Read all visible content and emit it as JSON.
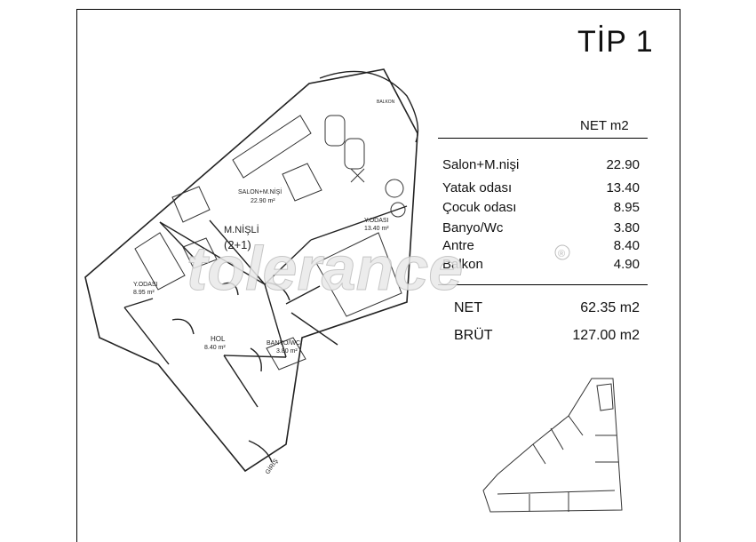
{
  "plan_type": "TİP 1",
  "table": {
    "header": "NET m2",
    "rows": [
      {
        "label": "Salon+M.nişi",
        "value": "22.90"
      },
      {
        "label": "Yatak odası",
        "value": "13.40"
      },
      {
        "label": "Çocuk odası",
        "value": "8.95"
      },
      {
        "label": "Banyo/Wc",
        "value": "3.80"
      },
      {
        "label": "Antre",
        "value": "8.40"
      },
      {
        "label": "Balkon",
        "value": "4.90"
      }
    ],
    "totals": [
      {
        "label": "NET",
        "value": "62.35 m2"
      },
      {
        "label": "BRÜT",
        "value": "127.00 m2"
      }
    ]
  },
  "plan_labels": {
    "salon": "SALON+M.NİŞİ",
    "salon_area": "22.90 m²",
    "yodasi_1": "Y.ODASI",
    "yodasi_1_area": "13.40 m²",
    "yodasi_2": "Y.ODASI",
    "yodasi_2_area": "8.95 m²",
    "hol": "HOL",
    "hol_area": "8.40 m²",
    "banyo": "BANYO/WC",
    "banyo_area": "3.80 m²",
    "mnisli": "M.NİŞLİ",
    "layout": "(2+1)",
    "balkon": "BALKON",
    "giris": "GİRİŞ"
  },
  "watermark": "tolerance",
  "watermark_mark": "®"
}
